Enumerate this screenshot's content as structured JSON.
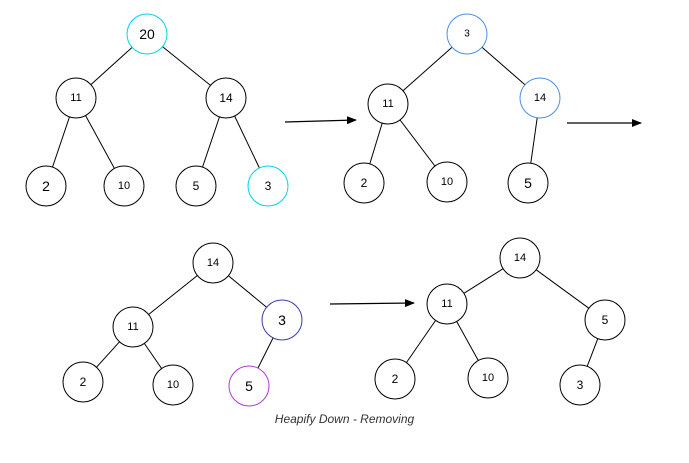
{
  "caption": "Heapify Down - Removing",
  "colors": {
    "default_stroke": "#000000",
    "cyan": "#00d4e8",
    "light_blue": "#4a90e2",
    "dark_blue": "#3a3ab0",
    "magenta": "#b03ad0"
  },
  "trees": [
    {
      "id": "step-1",
      "nodes": [
        {
          "label": "20",
          "color": "cyan"
        },
        {
          "label": "11"
        },
        {
          "label": "14"
        },
        {
          "label": "2"
        },
        {
          "label": "10"
        },
        {
          "label": "5"
        },
        {
          "label": "3",
          "color": "cyan"
        }
      ]
    },
    {
      "id": "step-2",
      "nodes": [
        {
          "label": "3",
          "color": "light_blue"
        },
        {
          "label": "11"
        },
        {
          "label": "14",
          "color": "light_blue"
        },
        {
          "label": "2"
        },
        {
          "label": "10"
        },
        {
          "label": "5"
        }
      ]
    },
    {
      "id": "step-3",
      "nodes": [
        {
          "label": "14"
        },
        {
          "label": "11"
        },
        {
          "label": "3",
          "color": "dark_blue"
        },
        {
          "label": "2"
        },
        {
          "label": "10"
        },
        {
          "label": "5",
          "color": "magenta"
        }
      ]
    },
    {
      "id": "step-4",
      "nodes": [
        {
          "label": "14"
        },
        {
          "label": "11"
        },
        {
          "label": "5"
        },
        {
          "label": "2"
        },
        {
          "label": "10"
        },
        {
          "label": "3"
        }
      ]
    }
  ]
}
